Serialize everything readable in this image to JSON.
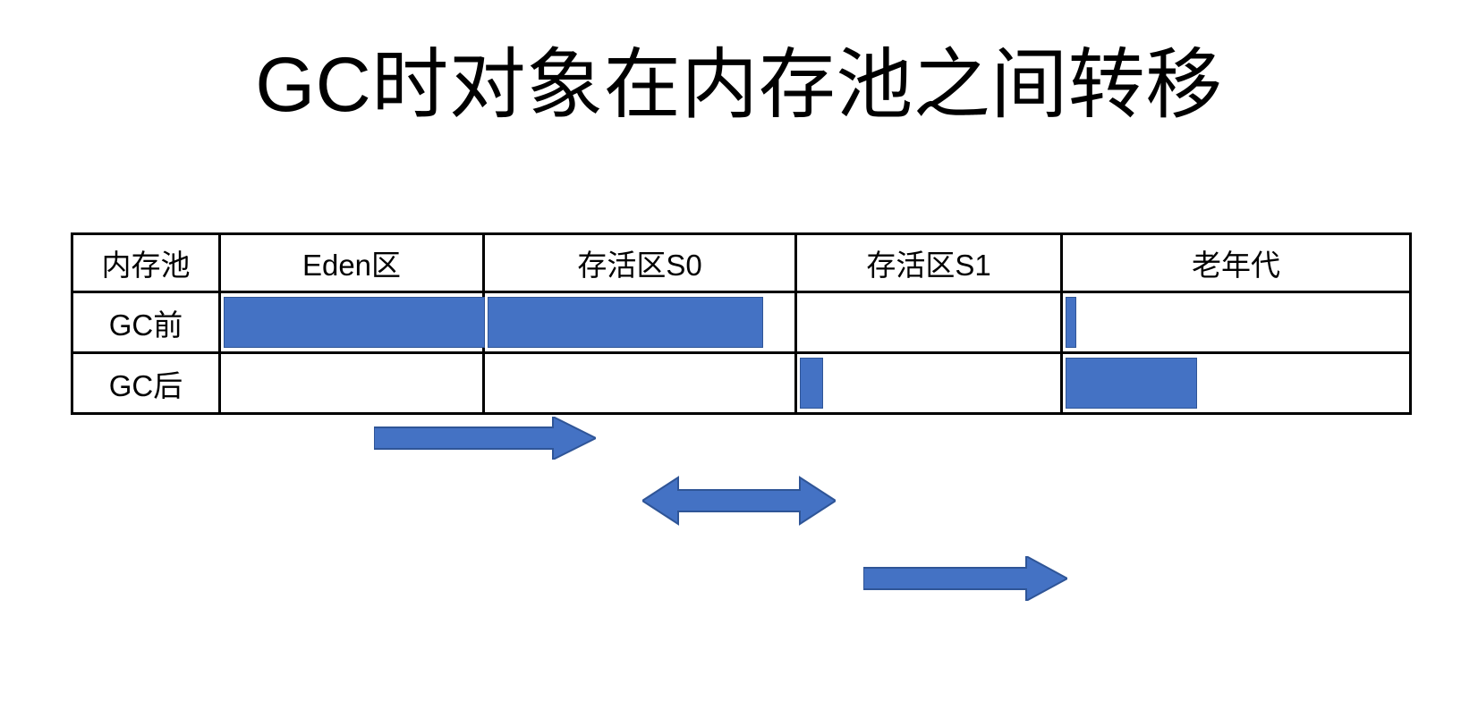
{
  "slide": {
    "title": "GC时对象在内存池之间转移",
    "accent_color": "#4472C4",
    "accent_border_color": "#2F5597",
    "background_color": "#FFFFFF",
    "border_color": "#000000"
  },
  "table": {
    "columns": [
      {
        "key": "label",
        "header": "内存池"
      },
      {
        "key": "eden",
        "header": "Eden区"
      },
      {
        "key": "s0",
        "header": "存活区S0"
      },
      {
        "key": "s1",
        "header": "存活区S1"
      },
      {
        "key": "old",
        "header": "老年代"
      }
    ],
    "rows": [
      {
        "label": "GC前",
        "cells": [
          {
            "region": "Eden区",
            "fill_percent": 100
          },
          {
            "region": "存活区S0",
            "fill_percent": 89
          },
          {
            "region": "存活区S1",
            "fill_percent": 0
          },
          {
            "region": "老年代",
            "fill_percent": 3
          }
        ]
      },
      {
        "label": "GC后",
        "cells": [
          {
            "region": "Eden区",
            "fill_percent": 0
          },
          {
            "region": "存活区S0",
            "fill_percent": 0
          },
          {
            "region": "存活区S1",
            "fill_percent": 9
          },
          {
            "region": "老年代",
            "fill_percent": 38
          }
        ]
      }
    ]
  },
  "arrows": [
    {
      "name": "eden-to-s0",
      "direction": "right",
      "from": "Eden区",
      "to": "存活区S0"
    },
    {
      "name": "s0-s1",
      "direction": "both",
      "from": "存活区S0",
      "to": "存活区S1"
    },
    {
      "name": "to-old",
      "direction": "right",
      "from": "存活区S1",
      "to": "老年代"
    }
  ]
}
